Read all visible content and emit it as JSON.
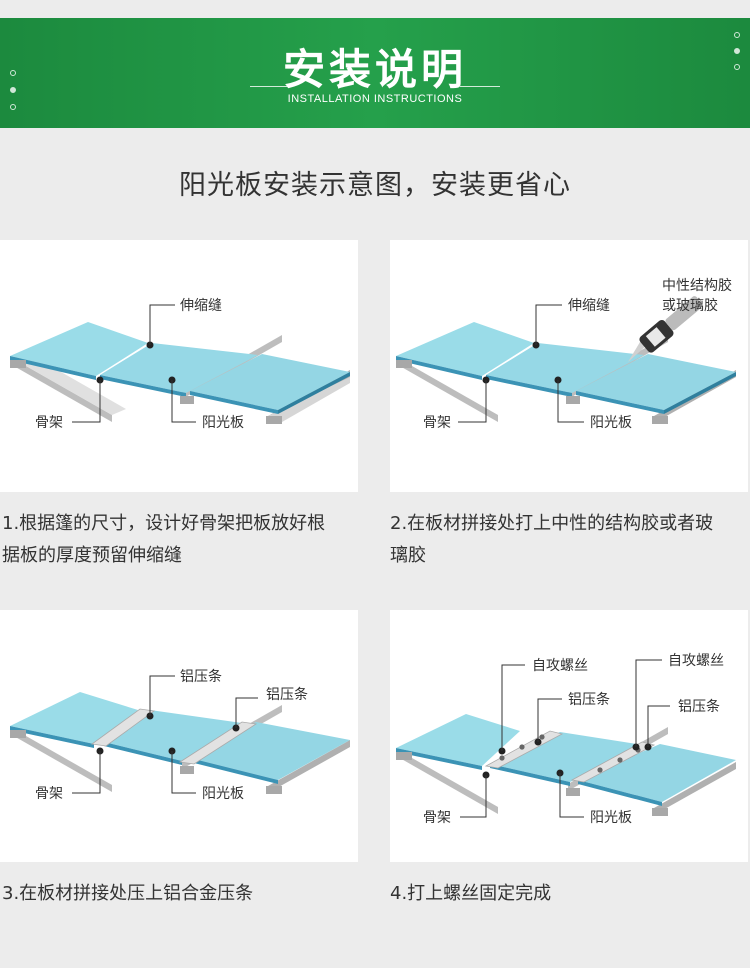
{
  "header": {
    "title": "安装说明",
    "subtitle": "INSTALLATION INSTRUCTIONS"
  },
  "intro": "阳光板安装示意图，安装更省心",
  "steps": [
    {
      "caption": "1.根据篷的尺寸，设计好骨架把板放好根据板的厚度预留伸缩缝",
      "labels": {
        "joint": "伸缩缝",
        "frame": "骨架",
        "sheet": "阳光板"
      }
    },
    {
      "caption": "2.在板材拼接处打上中性的结构胶或者玻璃胶",
      "labels": {
        "joint": "伸缩缝",
        "glue_line1": "中性结构胶",
        "glue_line2": "或玻璃胶",
        "frame": "骨架",
        "sheet": "阳光板"
      }
    },
    {
      "caption": "3.在板材拼接处压上铝合金压条",
      "labels": {
        "strip_a": "铝压条",
        "strip_b": "铝压条",
        "frame": "骨架",
        "sheet": "阳光板"
      }
    },
    {
      "caption": "4.打上螺丝固定完成",
      "labels": {
        "screw_a": "自攻螺丝",
        "strip_a": "铝压条",
        "screw_b": "自攻螺丝",
        "strip_b": "铝压条",
        "frame": "骨架",
        "sheet": "阳光板"
      }
    }
  ],
  "colors": {
    "banner_green": "#1f9443",
    "sheet": "#8ed8e6",
    "sheet_edge": "#3a8fb0",
    "frame": "#c9c9c9",
    "strip": "#dcdcdc"
  }
}
